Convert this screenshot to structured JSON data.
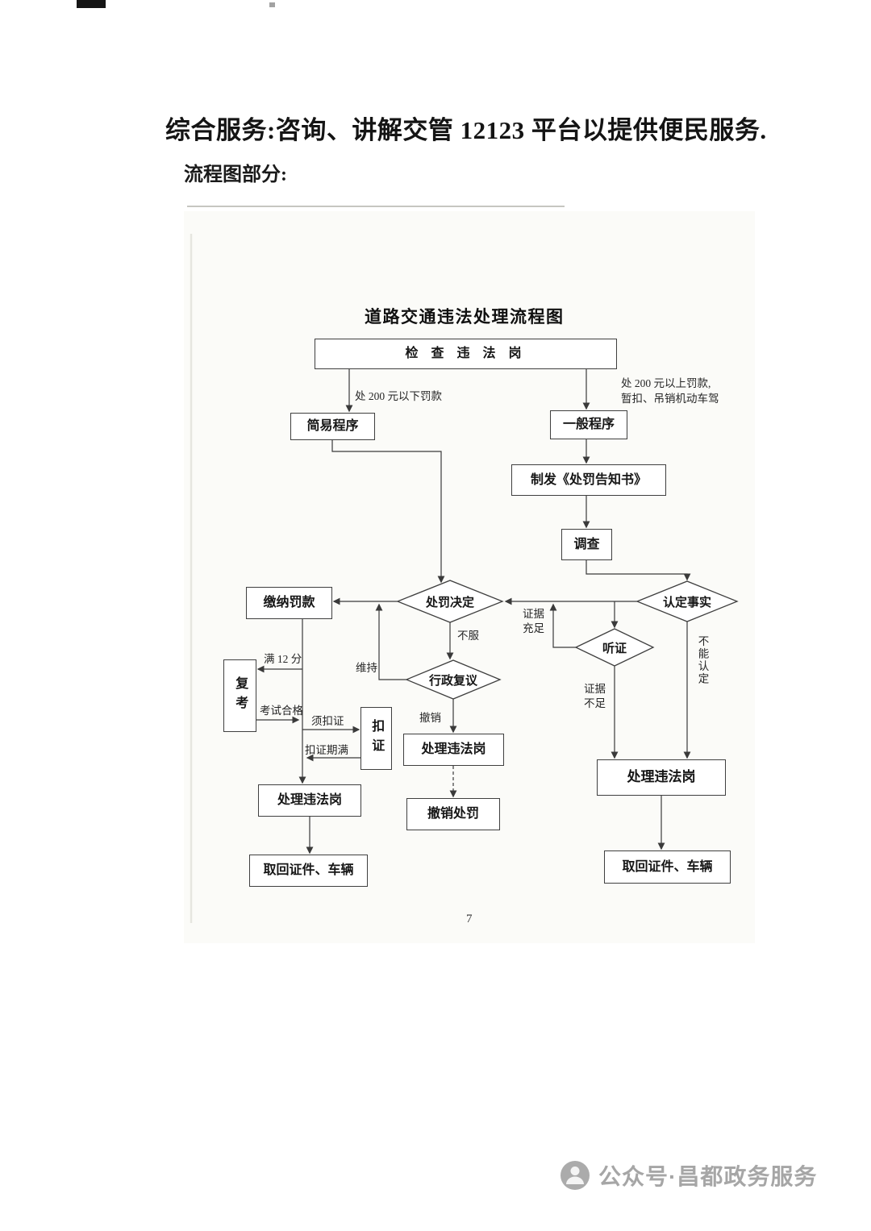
{
  "page": {
    "heading": "综合服务:咨询、讲解交管 12123 平台以提供便民服务.",
    "section_label": "流程图部分:",
    "page_number": "7"
  },
  "flowchart": {
    "title": "道路交通违法处理流程图",
    "nodes": {
      "inspection_post": "检 查 违 法 岗",
      "simple_procedure": "简易程序",
      "general_procedure": "一般程序",
      "penalty_notice": "制发《处罚告知书》",
      "investigation": "调查",
      "penalty_decision": "处罚决定",
      "confirm_facts": "认定事实",
      "hearing": "听证",
      "admin_review": "行政复议",
      "pay_fine": "缴纳罚款",
      "retest": "复考",
      "license_withhold": "扣证",
      "handle_post_left": "处理违法岗",
      "handle_post_mid": "处理违法岗",
      "handle_post_right": "处理违法岗",
      "revoke_penalty": "撤销处罚",
      "retrieve_left": "取回证件、车辆",
      "retrieve_right": "取回证件、车辆"
    },
    "edge_labels": {
      "fine_under_200": "处 200 元以下罚款",
      "fine_over_200_line1": "处 200 元以上罚款,",
      "fine_over_200_line2": "暂扣、吊销机动车驾",
      "dissent": "不服",
      "maintain": "维持",
      "revoke": "撤销",
      "evidence_sufficient": "证据充足",
      "evidence_insufficient": "证据不足",
      "cannot_confirm": "不能认定",
      "points_12": "满 12 分",
      "exam_passed": "考试合格",
      "license_withhold_required": "须扣证",
      "withhold_period_expired": "扣证期满"
    }
  },
  "watermark": {
    "account_label": "公众号·昌都政务服务"
  },
  "colors": {
    "ink": "#3a3a3a",
    "watermark_gray": "#a6a6a6"
  }
}
